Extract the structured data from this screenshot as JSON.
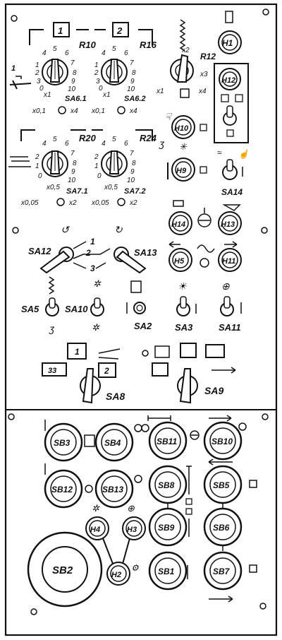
{
  "top_section": {
    "pots": [
      {
        "name": "R10",
        "switch": "SA6.1",
        "mult_low": "x0,1",
        "mult_high": "x4",
        "x1": "x1"
      },
      {
        "name": "R16",
        "switch": "SA6.2",
        "mult_low": "x0,1",
        "mult_high": "x4",
        "x1": "x1"
      },
      {
        "name": "R20",
        "switch": "SA7.1",
        "mult_low": "x0,5",
        "mult_high": "x2"
      },
      {
        "name": "R24",
        "switch": "SA7.2",
        "mult_low": "x0,5",
        "mult_high": "x2"
      }
    ],
    "left_bottom_prefix": "x0,05",
    "right_bottom_prefix": "x0,05",
    "upper_scale_left": [
      "3",
      "2",
      "1",
      "0"
    ],
    "upper_scale_top": [
      "4",
      "5",
      "6"
    ],
    "upper_scale_right": [
      "7",
      "8",
      "9",
      "10"
    ],
    "side_scale_left": "1",
    "x2_markers": [
      "x2",
      "x2"
    ],
    "x1_marker": "x1",
    "r12": {
      "name": "R12",
      "x2": "x2",
      "x3": "x3",
      "x1": "x1",
      "x4": "x4"
    },
    "flag_marks": [
      "1",
      "2"
    ]
  },
  "indicators": {
    "h1": "H1",
    "h12": "H12",
    "h10": "H10",
    "h9": "H9",
    "h14": "H14",
    "h13": "H13",
    "h5": "H5",
    "h11": "H11",
    "h4": "H4",
    "h3": "H3",
    "h2": "H2"
  },
  "toggles": {
    "sa14": "SA14",
    "sa12": "SA12",
    "sa13": "SA13",
    "sa5": "SA5",
    "sa10": "SA10",
    "sa2": "SA2",
    "sa3": "SA3",
    "sa11": "SA11"
  },
  "selector_marks": [
    "1",
    "2",
    "3"
  ],
  "mid_section": {
    "sa8": "SA8",
    "sa9": "SA9",
    "flag_1": "1",
    "flag_2": "2",
    "small_box": "33"
  },
  "buttons": {
    "sb3": "SB3",
    "sb4": "SB4",
    "sb12": "SB12",
    "sb13": "SB13",
    "sb11": "SB11",
    "sb10": "SB10",
    "sb8": "SB8",
    "sb5": "SB5",
    "sb9": "SB9",
    "sb6": "SB6",
    "sb1": "SB1",
    "sb7": "SB7",
    "sb2": "SB2"
  }
}
